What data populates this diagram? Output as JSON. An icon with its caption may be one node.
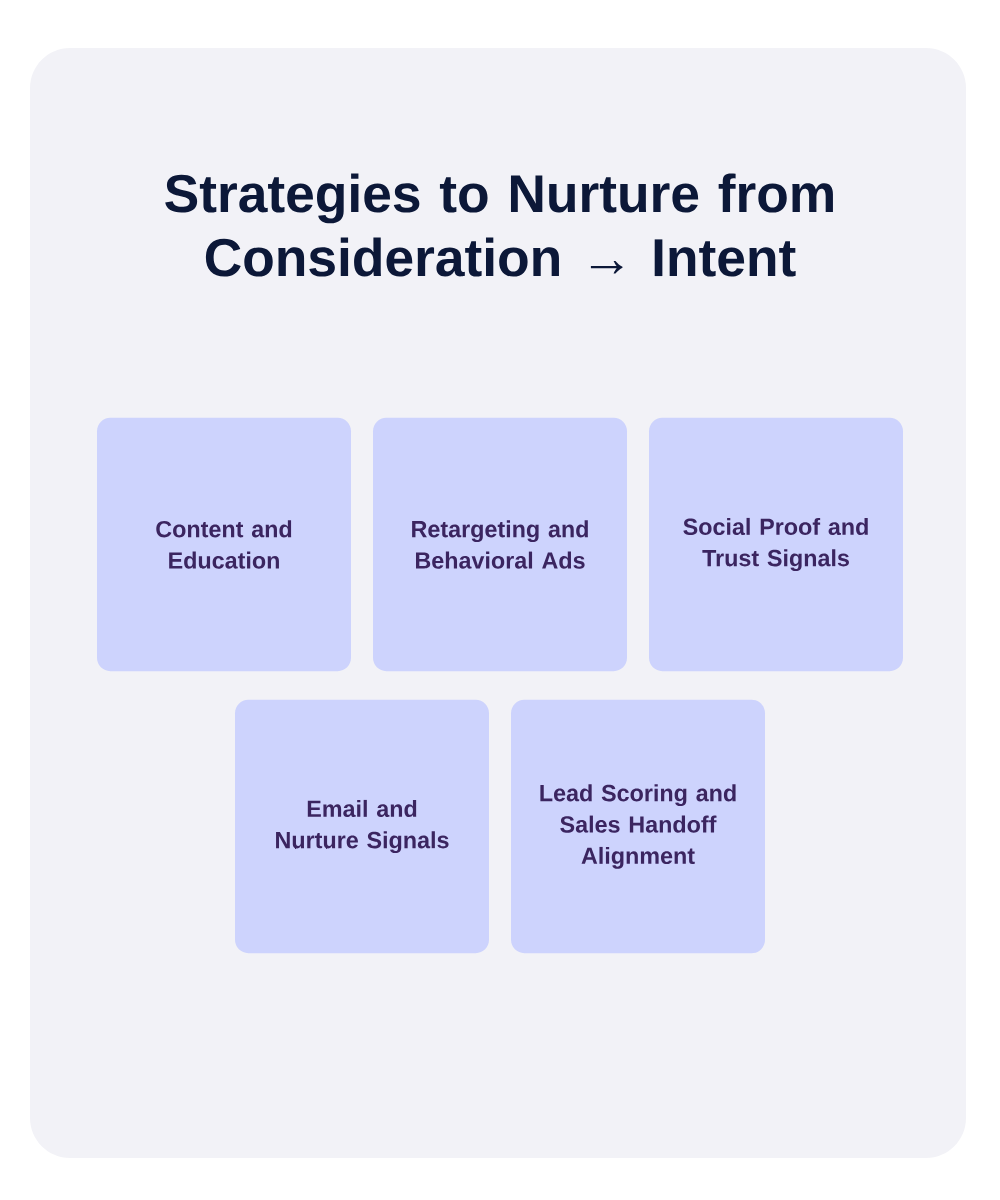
{
  "diagram": {
    "title": "Strategies to Nurture from Consideration → Intent",
    "nodes": [
      {
        "text": [
          "Content and Education"
        ]
      },
      {
        "text": [
          "Retargeting and Behavioral Ads"
        ]
      },
      {
        "text": [
          "Social Proof and Trust Signals"
        ]
      },
      {
        "text": [
          "Email and Nurture Signals"
        ]
      },
      {
        "text": [
          "Lead Scoring and Sales Handoff Alignment"
        ]
      }
    ]
  }
}
